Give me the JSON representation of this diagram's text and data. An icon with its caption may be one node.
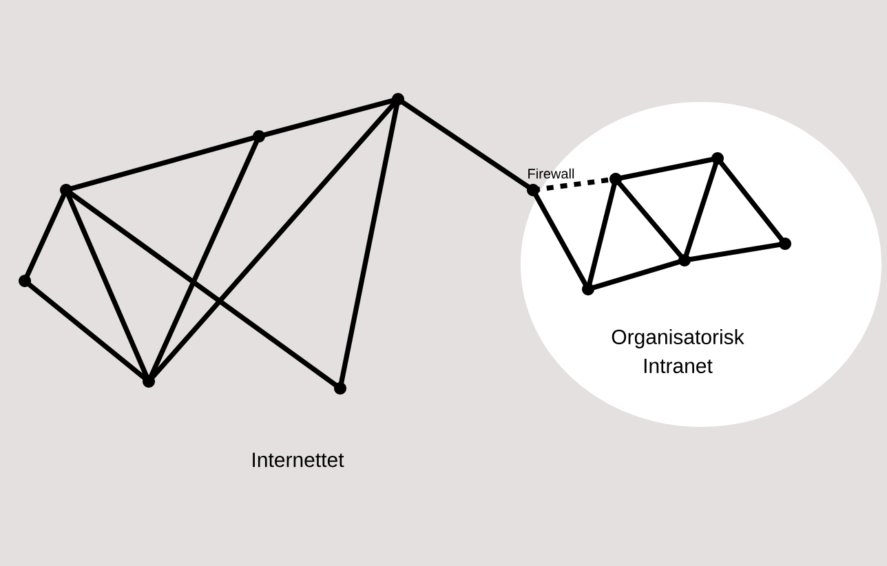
{
  "diagram": {
    "nodes": [
      {
        "text": [],
        "shape": "circle"
      },
      {
        "text": [],
        "shape": "circle"
      },
      {
        "text": [],
        "shape": "circle"
      },
      {
        "text": [],
        "shape": "circle"
      },
      {
        "text": [],
        "shape": "circle"
      },
      {
        "text": [],
        "shape": "circle"
      },
      {
        "text": [],
        "shape": "circle",
        "beside": [
          "Firewall"
        ]
      },
      {
        "text": [
          "Organisatorisk Intranet"
        ]
      },
      {
        "text": [],
        "shape": "circle",
        "in": 7
      },
      {
        "text": [],
        "shape": "circle",
        "in": 7
      },
      {
        "text": [],
        "shape": "circle",
        "in": 7
      },
      {
        "text": [],
        "shape": "circle",
        "in": 7
      },
      {
        "text": [],
        "shape": "circle",
        "in": 7
      }
    ],
    "edges": [
      {
        "from": 0,
        "to": 1,
        "arrow": "none"
      },
      {
        "from": 0,
        "to": 4,
        "arrow": "none"
      },
      {
        "from": 1,
        "to": 2,
        "arrow": "none"
      },
      {
        "from": 1,
        "to": 4,
        "arrow": "none"
      },
      {
        "from": 1,
        "to": 5,
        "arrow": "none"
      },
      {
        "from": 2,
        "to": 4,
        "arrow": "none"
      },
      {
        "from": 2,
        "to": 3,
        "arrow": "none"
      },
      {
        "from": 4,
        "to": 3,
        "arrow": "none"
      },
      {
        "from": 3,
        "to": 5,
        "arrow": "none"
      },
      {
        "from": 3,
        "to": 6,
        "arrow": "none"
      },
      {
        "from": 6,
        "to": 8,
        "arrow": "none",
        "style": "dashed"
      },
      {
        "from": 6,
        "to": 10,
        "arrow": "none"
      },
      {
        "from": 10,
        "to": 8,
        "arrow": "none"
      },
      {
        "from": 8,
        "to": 9,
        "arrow": "none"
      },
      {
        "from": 8,
        "to": 11,
        "arrow": "none"
      },
      {
        "from": 9,
        "to": 11,
        "arrow": "none"
      },
      {
        "from": 10,
        "to": 11,
        "arrow": "none"
      },
      {
        "from": 11,
        "to": 12,
        "arrow": "none"
      },
      {
        "from": 9,
        "to": 12,
        "arrow": "none"
      }
    ],
    "labels": [
      "Internettet"
    ]
  }
}
